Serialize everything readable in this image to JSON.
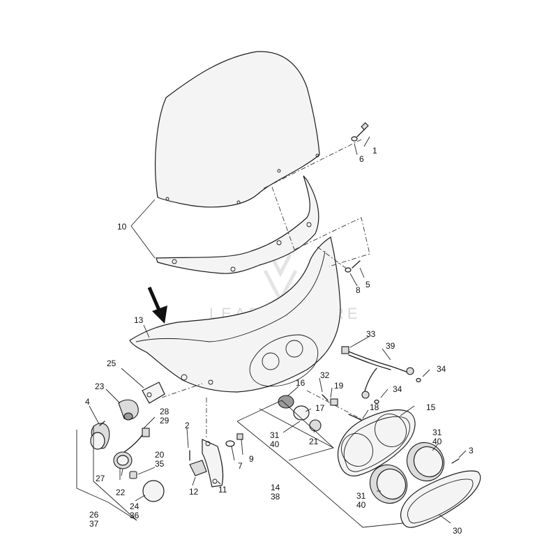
{
  "watermark": {
    "text": "LEADVENTURE"
  },
  "arrow_color": "#111111",
  "callouts": [
    {
      "id": "c1",
      "text": "1"
    },
    {
      "id": "c6",
      "text": "6"
    },
    {
      "id": "c10",
      "text": "10"
    },
    {
      "id": "c8",
      "text": "8"
    },
    {
      "id": "c5",
      "text": "5"
    },
    {
      "id": "c13",
      "text": "13"
    },
    {
      "id": "c33",
      "text": "33"
    },
    {
      "id": "c39",
      "text": "39"
    },
    {
      "id": "c34a",
      "text": "34"
    },
    {
      "id": "c34b",
      "text": "34"
    },
    {
      "id": "c25",
      "text": "25"
    },
    {
      "id": "c16",
      "text": "16"
    },
    {
      "id": "c32",
      "text": "32"
    },
    {
      "id": "c19",
      "text": "19"
    },
    {
      "id": "c18",
      "text": "18"
    },
    {
      "id": "c23",
      "text": "23"
    },
    {
      "id": "c17",
      "text": "17"
    },
    {
      "id": "c15",
      "text": "15"
    },
    {
      "id": "c4",
      "text": "4"
    },
    {
      "id": "c28",
      "text": "28"
    },
    {
      "id": "c29",
      "text": "29"
    },
    {
      "id": "c2",
      "text": "2"
    },
    {
      "id": "c31a",
      "text": "31"
    },
    {
      "id": "c40a",
      "text": "40"
    },
    {
      "id": "c21",
      "text": "21"
    },
    {
      "id": "c31b",
      "text": "31"
    },
    {
      "id": "c40b",
      "text": "40"
    },
    {
      "id": "c3",
      "text": "3"
    },
    {
      "id": "c9",
      "text": "9"
    },
    {
      "id": "c20",
      "text": "20"
    },
    {
      "id": "c35",
      "text": "35"
    },
    {
      "id": "c7",
      "text": "7"
    },
    {
      "id": "c27",
      "text": "27"
    },
    {
      "id": "c14",
      "text": "14"
    },
    {
      "id": "c38",
      "text": "38"
    },
    {
      "id": "c12",
      "text": "12"
    },
    {
      "id": "c11",
      "text": "11"
    },
    {
      "id": "c22",
      "text": "22"
    },
    {
      "id": "c31c",
      "text": "31"
    },
    {
      "id": "c40c",
      "text": "40"
    },
    {
      "id": "c24",
      "text": "24"
    },
    {
      "id": "c36",
      "text": "36"
    },
    {
      "id": "c26",
      "text": "26"
    },
    {
      "id": "c37",
      "text": "37"
    },
    {
      "id": "c30",
      "text": "30"
    }
  ]
}
